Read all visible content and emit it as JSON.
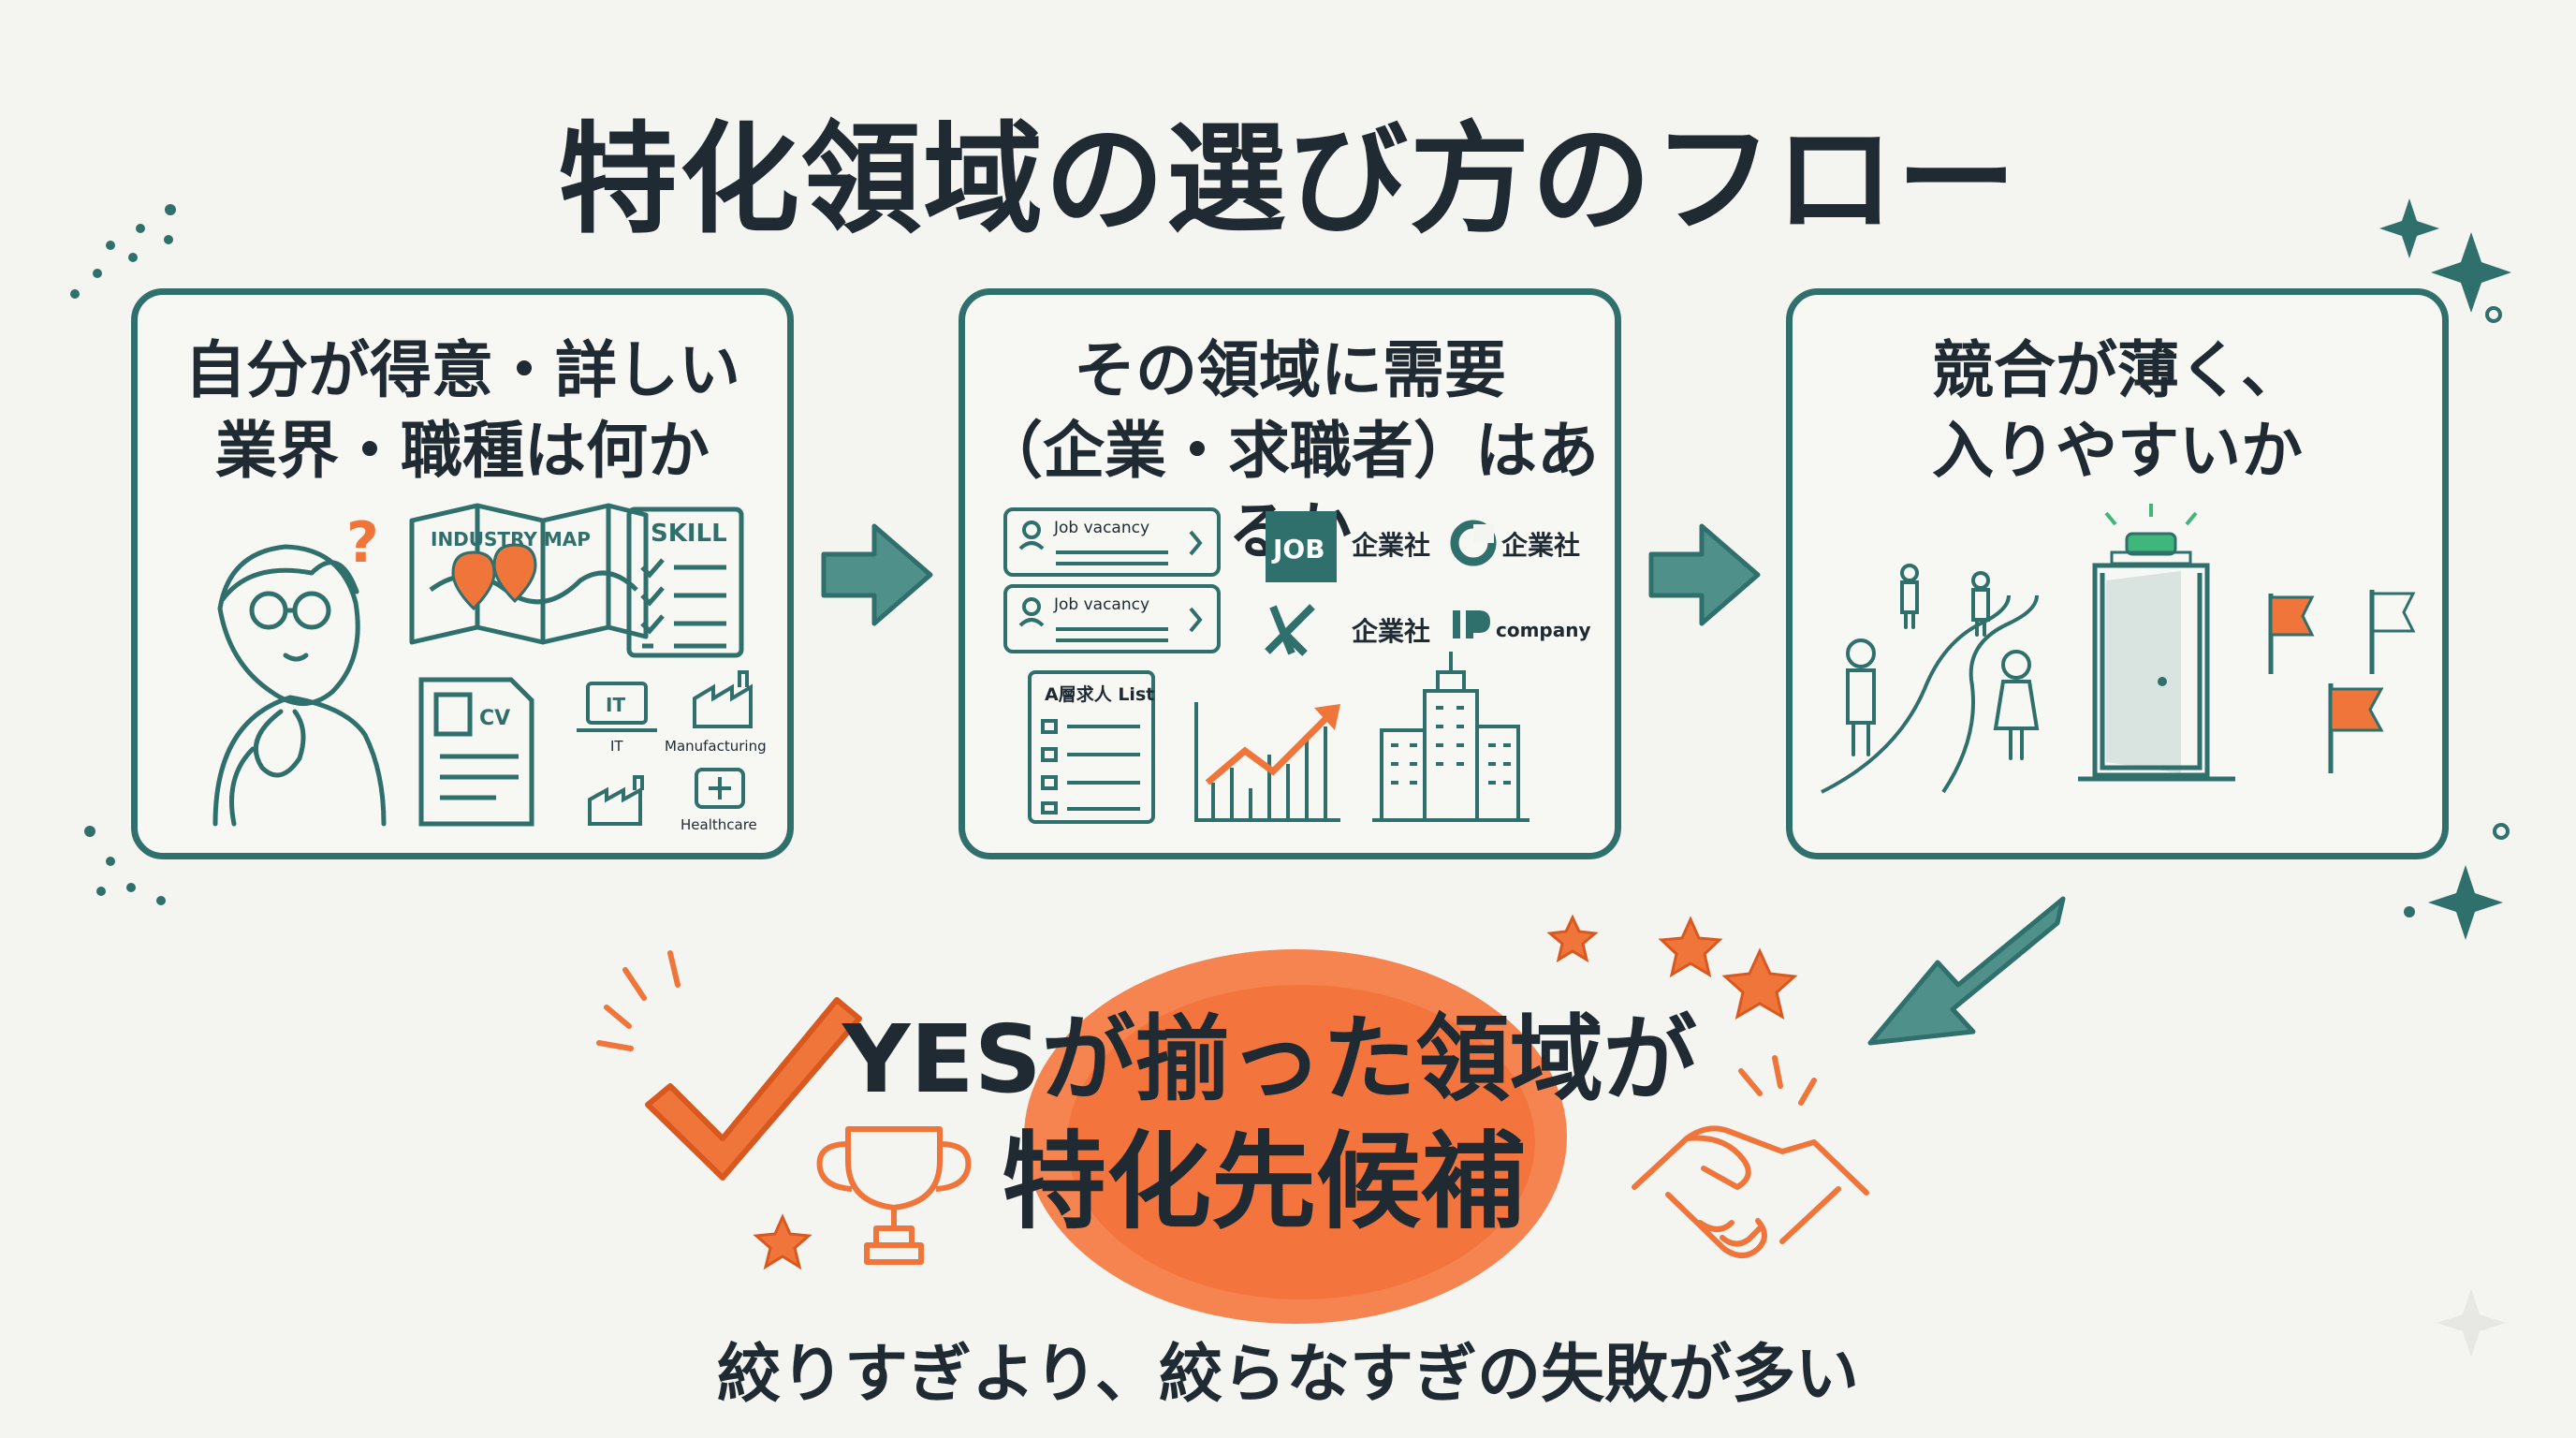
{
  "title": "特化領域の選び方のフロー",
  "steps": [
    {
      "line1": "自分が得意・詳しい",
      "line2": "業界・職種は何か",
      "labels": {
        "industry_map": "INDUSTRY MAP",
        "skill": "SKILL",
        "cv": "CV",
        "it_sign": "IT",
        "it": "IT",
        "manufacturing": "Manufacturing",
        "healthcare": "Healthcare"
      }
    },
    {
      "line1": "その領域に需要",
      "line2": "（企業・求職者）はあるか",
      "labels": {
        "job_vacancy": "Job vacancy",
        "list": "A層求人 List",
        "job": "JOB",
        "company_jp": "企業社",
        "company_en": "company"
      }
    },
    {
      "line1": "競合が薄く、",
      "line2": "入りやすいか"
    }
  ],
  "result": {
    "line1": "YESが揃った領域が",
    "line2": "特化先候補"
  },
  "footer": "絞りすぎより、絞らなすぎの失敗が多い",
  "colors": {
    "teal": "#2f6f6c",
    "orange": "#f0753a",
    "ink": "#1f2a33",
    "background": "#f4f4f1"
  }
}
